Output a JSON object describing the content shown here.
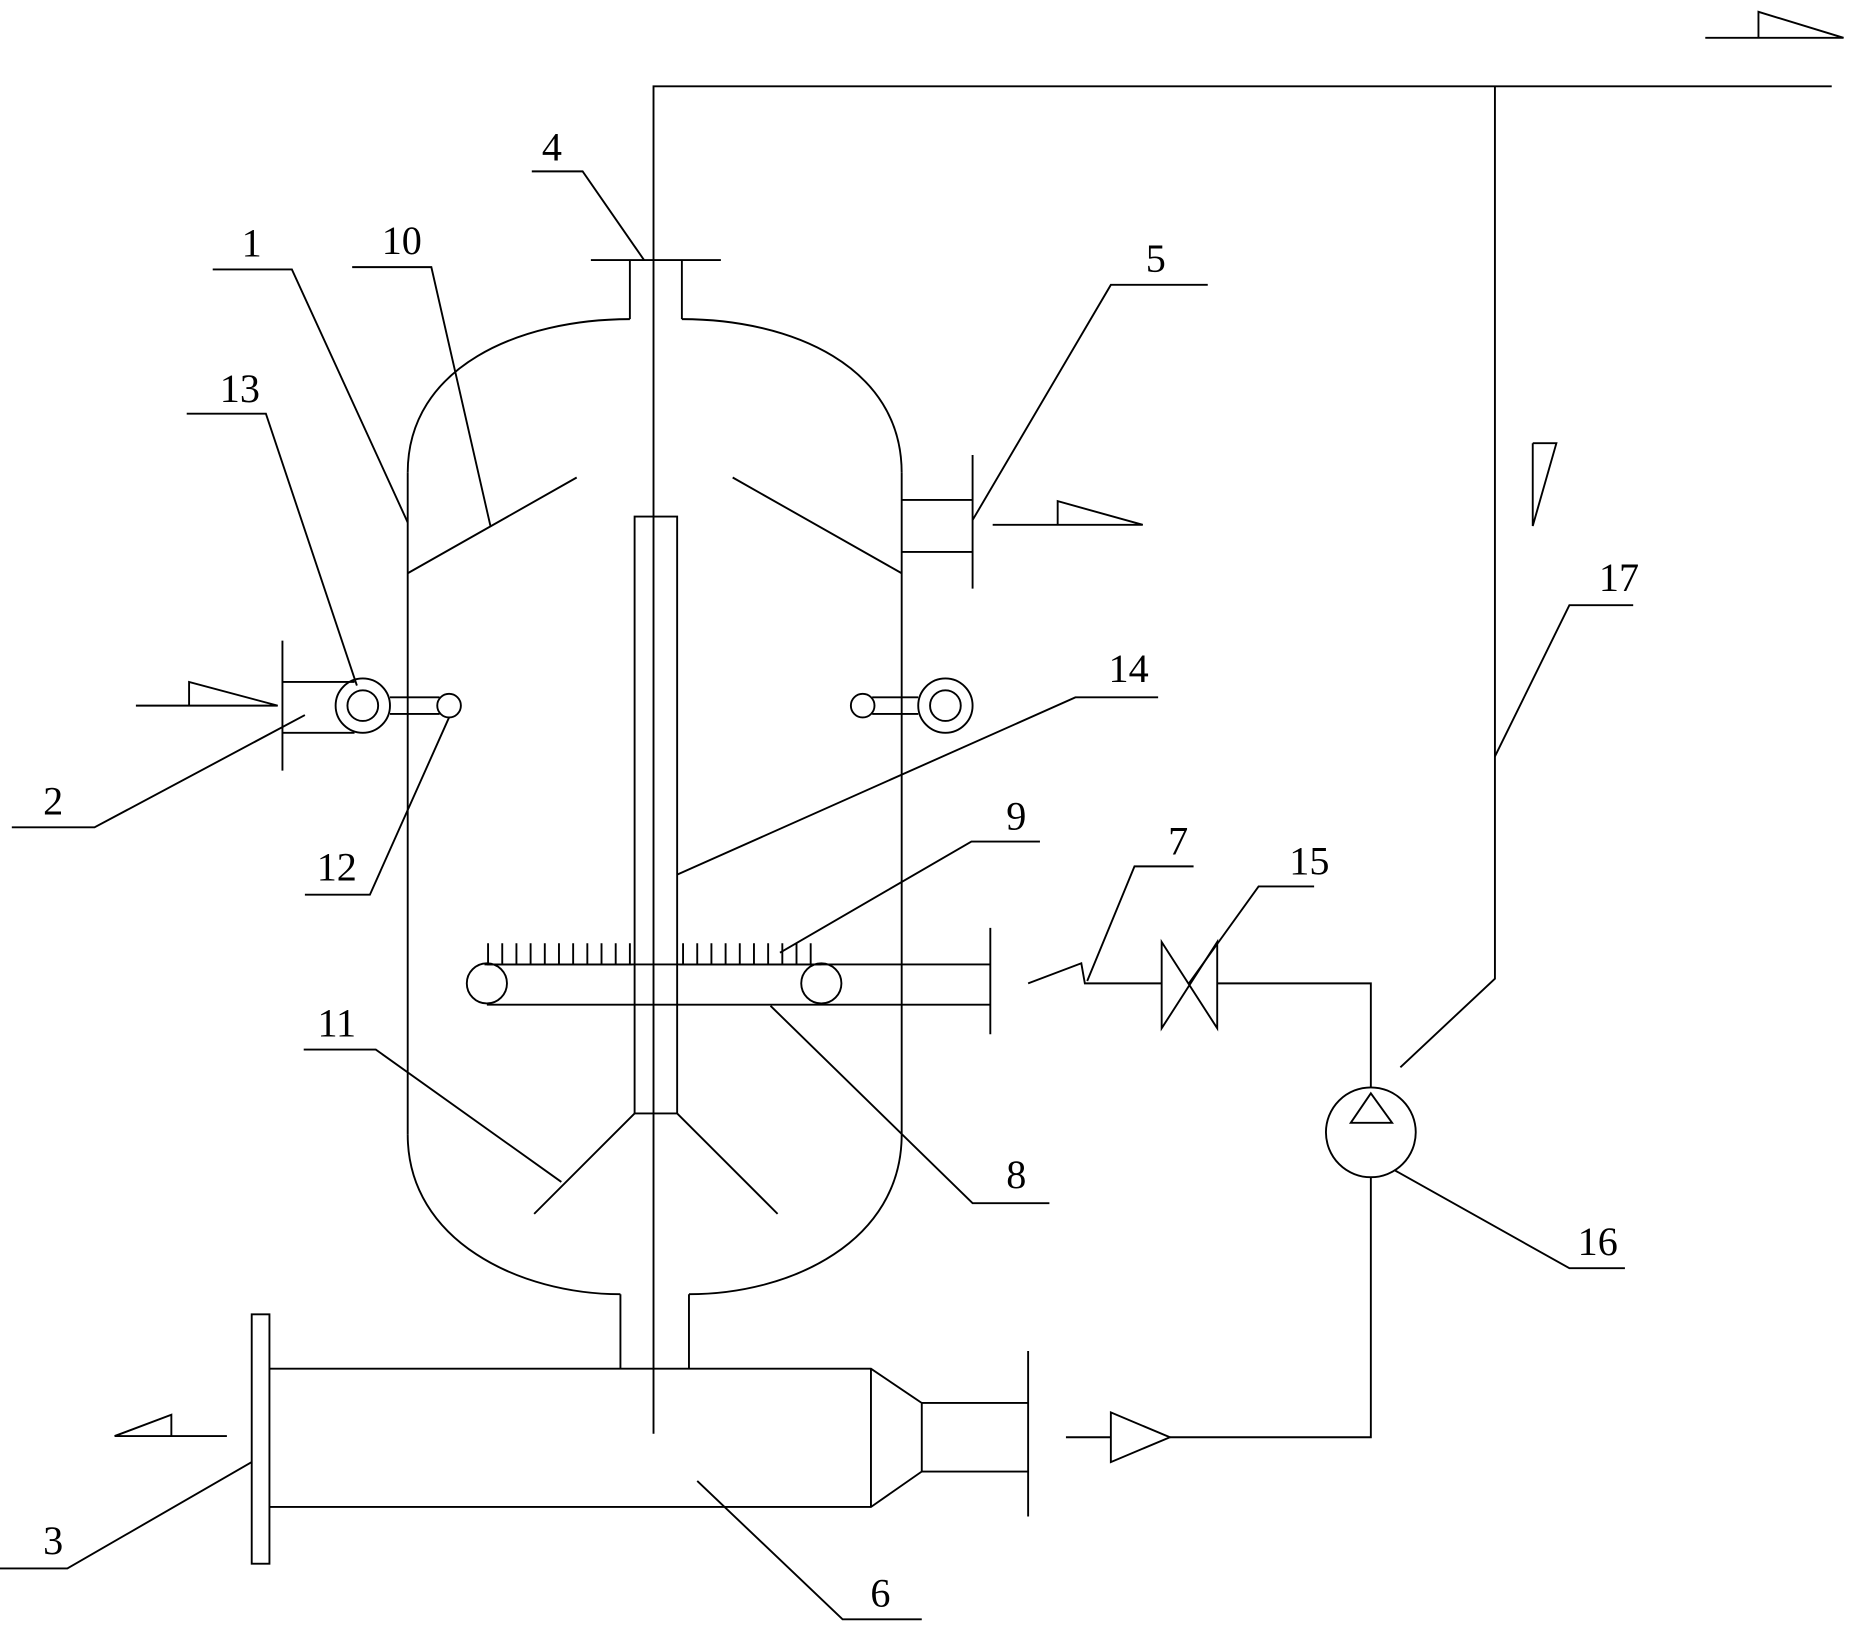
{
  "diagram": {
    "labels": {
      "l1": "1",
      "l2": "2",
      "l3": "3",
      "l4": "4",
      "l5": "5",
      "l6": "6",
      "l7": "7",
      "l8": "8",
      "l9": "9",
      "l10": "10",
      "l11": "11",
      "l12": "12",
      "l13": "13",
      "l14": "14",
      "l15": "15",
      "l16": "16",
      "l17": "17"
    },
    "colors": {
      "line": "#000000",
      "background": "#ffffff"
    }
  }
}
